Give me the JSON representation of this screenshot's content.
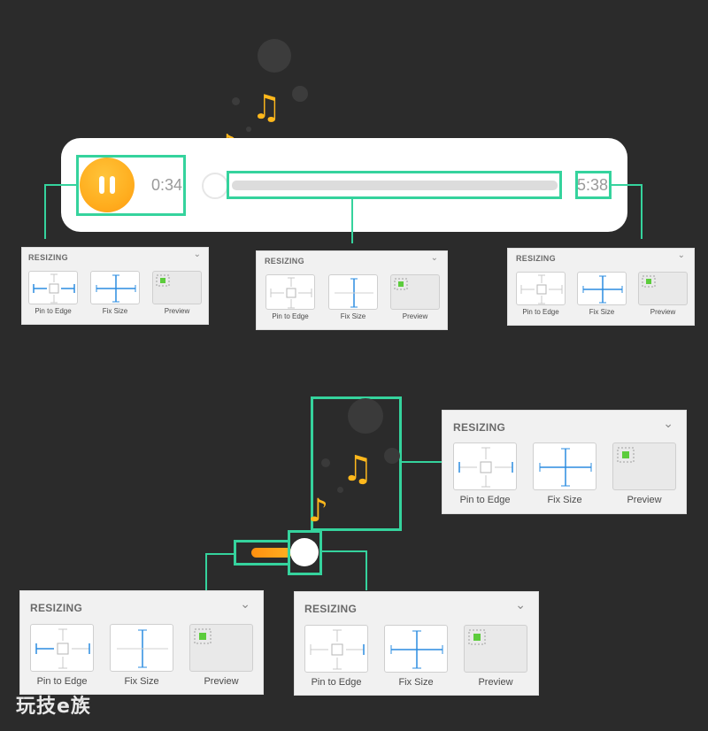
{
  "player": {
    "elapsed": "0:34",
    "duration": "5:38",
    "progress": 0.0
  },
  "panel": {
    "title": "RESIZING",
    "chevron": "chevron-down-icon",
    "pin_label": "Pin to Edge",
    "fix_label": "Fix Size",
    "preview_label": "Preview"
  },
  "colors": {
    "highlight": "#35d39d",
    "accent": "#ffae1f",
    "pin_blue": "#2b8ce0",
    "preview_green": "#5ccc3c"
  },
  "watermark": "玩技e族"
}
